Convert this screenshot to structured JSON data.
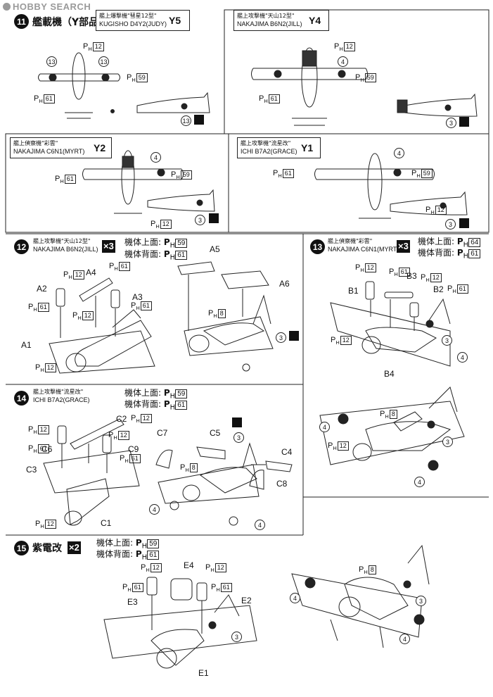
{
  "watermark": "HOBBY SEARCH",
  "ph_prefix": "P",
  "ph_sub": "H",
  "sections": {
    "s11": {
      "number": "11",
      "title": "艦載機（Y部品）",
      "boxes": {
        "y5": {
          "jp": "艦上爆撃機\"彗星12型\"",
          "en": "KUGISHO D4Y2(JUDY)",
          "code": "Y5"
        },
        "y4": {
          "jp": "艦上攻撃機\"天山12型\"",
          "en": "NAKAJIMA B6N2(JILL)",
          "code": "Y4"
        },
        "y2": {
          "jp": "艦上偵察機\"彩雲\"",
          "en": "NAKAJIMA C6N1(MYRT)",
          "code": "Y2"
        },
        "y1": {
          "jp": "艦上攻撃機\"流星改\"",
          "en": "ICHI B7A2(GRACE)",
          "code": "Y1"
        }
      }
    },
    "s12": {
      "number": "12",
      "jp": "艦上攻撃機\"天山12型\"",
      "en": "NAKAJIMA B6N2(JILL)",
      "times": "×3",
      "top_label": "機体上面:",
      "bottom_label": "機体背面:",
      "top_num": "59",
      "bottom_num": "61",
      "parts": [
        "A1",
        "A2",
        "A3",
        "A4",
        "A5",
        "A6"
      ]
    },
    "s13": {
      "number": "13",
      "jp": "艦上偵察機\"彩雲\"",
      "en": "NAKAJIMA C6N1(MYRT)",
      "times": "×3",
      "top_label": "機体上面:",
      "bottom_label": "機体背面:",
      "top_num": "64",
      "bottom_num": "61",
      "parts": [
        "B1",
        "B2",
        "B3",
        "B4"
      ]
    },
    "s14": {
      "number": "14",
      "jp": "艦上攻撃機\"流星改\"",
      "en": "ICHI B7A2(GRACE)",
      "top_label": "機体上面:",
      "bottom_label": "機体背面:",
      "top_num": "59",
      "bottom_num": "61",
      "parts": [
        "C1",
        "C2",
        "C3",
        "C4",
        "C5",
        "C6",
        "C7",
        "C8",
        "C9"
      ]
    },
    "s15": {
      "number": "15",
      "title": "紫電改",
      "times": "×2",
      "top_label": "機体上面:",
      "bottom_label": "機体背面:",
      "top_num": "59",
      "bottom_num": "61",
      "parts": [
        "E1",
        "E2",
        "E3",
        "E4"
      ]
    }
  },
  "callouts": {
    "n3": "3",
    "n4": "4",
    "n13": "13",
    "ph8": "8",
    "ph12": "12",
    "ph59": "59",
    "ph61": "61"
  }
}
